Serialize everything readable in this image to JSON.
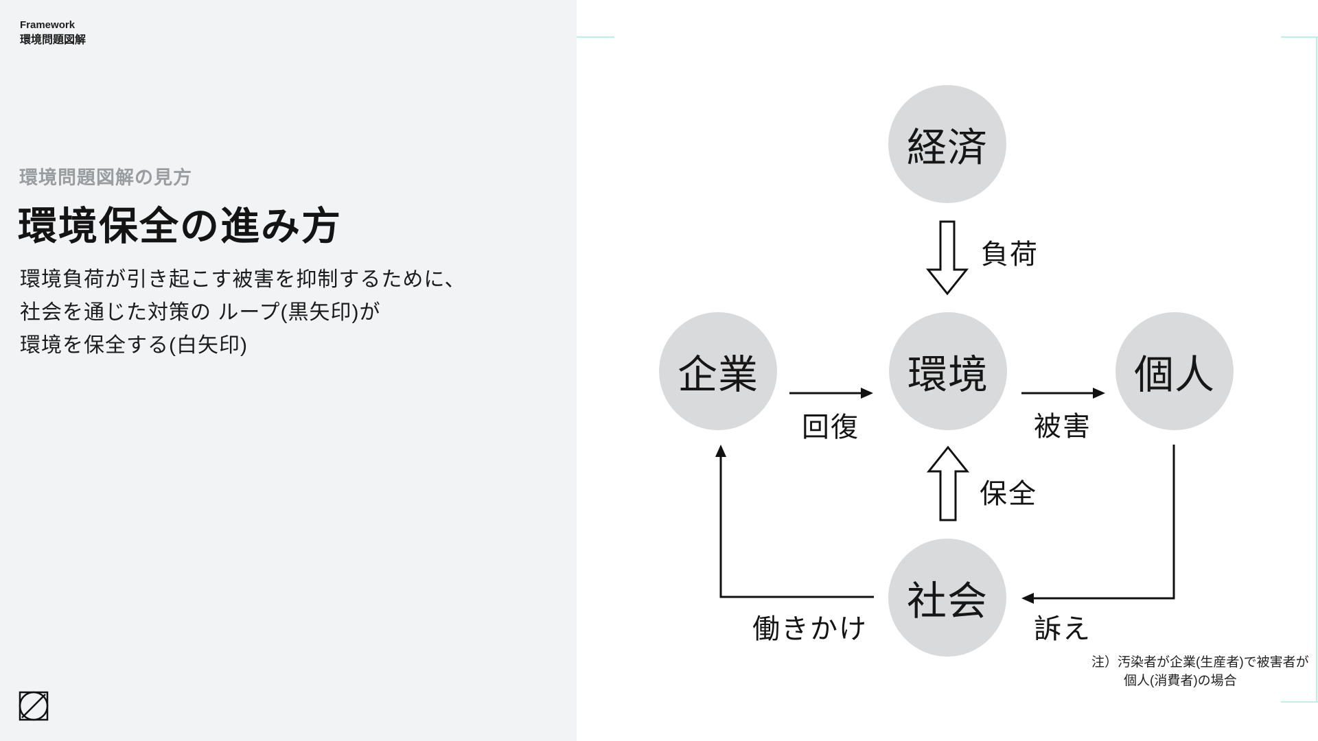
{
  "sidebar": {
    "eyebrow": {
      "line1": "Framework",
      "line2": "環境問題図解"
    },
    "subtitle": "環境問題図解の見方",
    "title": "環境保全の進み方",
    "description_lines": [
      "環境負荷が引き起こす被害を抑制するために、",
      "社会を通じた対策の ループ(黒矢印)が",
      "環境を保全する(白矢印)"
    ],
    "logo_name": "lens-logo"
  },
  "diagram": {
    "nodes": {
      "keizai": {
        "label": "経済"
      },
      "kigyo": {
        "label": "企業"
      },
      "kankyo": {
        "label": "環境"
      },
      "kojin": {
        "label": "個人"
      },
      "shakai": {
        "label": "社会"
      }
    },
    "edge_labels": {
      "fuka": "負荷",
      "kaifuku": "回復",
      "higai": "被害",
      "hozen": "保全",
      "hatarakikake": "働きかけ",
      "uttae": "訴え"
    },
    "note": {
      "line1": "注）汚染者が企業(生産者)で被害者が",
      "line2": "個人(消費者)の場合"
    },
    "colors": {
      "node_fill": "#d9dadb",
      "arrow_stroke": "#111111",
      "white_arrow_fill": "#ffffff",
      "guide_line": "#b9f2e3",
      "sidebar_bg": "#f1f3f5",
      "subtitle_gray": "#9a9da0"
    }
  }
}
